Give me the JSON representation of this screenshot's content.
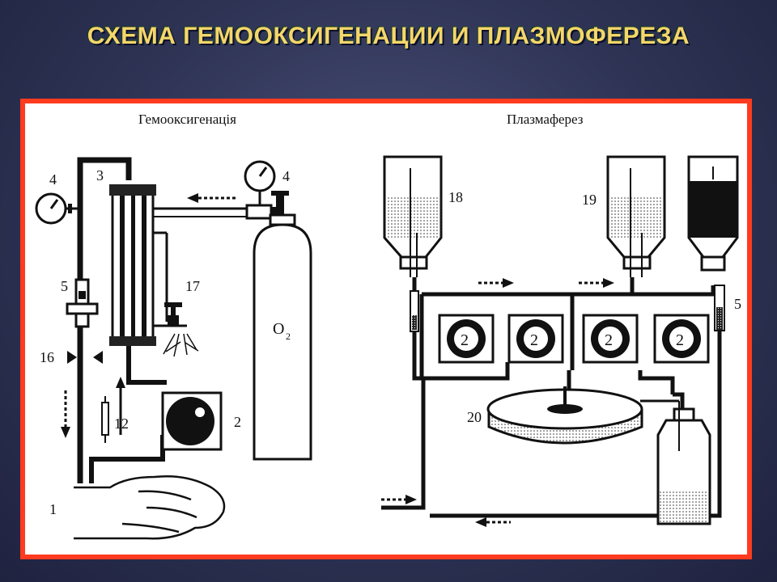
{
  "title": "СХЕМА ГЕМООКСИГЕНАЦИИ И ПЛАЗМОФЕРЕЗА",
  "colors": {
    "title": "#f5d66b",
    "frame": "#ff3b1f",
    "background": "#2e3354"
  },
  "left_panel": {
    "heading": "Гемооксигенація",
    "labels": {
      "n1": "1",
      "n2": "2",
      "n3": "3",
      "n4a": "4",
      "n4b": "4",
      "n5": "5",
      "n12": "12",
      "n16": "16",
      "n17": "17"
    },
    "oxygen_label": "O",
    "oxygen_sub": "2"
  },
  "right_panel": {
    "heading": "Плазмаферез",
    "labels": {
      "n18": "18",
      "n19": "19",
      "n20": "20",
      "n5": "5"
    },
    "pump_labels": [
      "2",
      "2",
      "2",
      "2"
    ]
  }
}
